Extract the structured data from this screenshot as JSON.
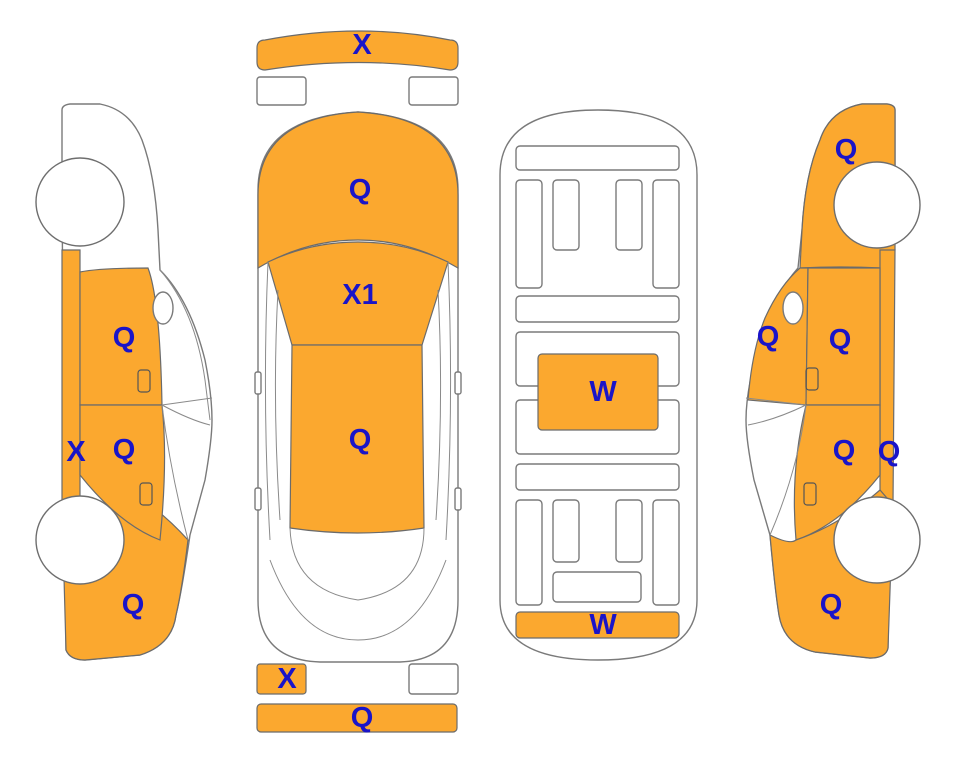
{
  "colors": {
    "damage_fill": "#FBA82F",
    "label_color": "#1A14C8",
    "outline": "#7a7a7a",
    "blank_fill": "#ffffff"
  },
  "labels": {
    "front_bumper": "X",
    "hood": "Q",
    "windshield": "X1",
    "roof": "Q",
    "rear_left_light": "X",
    "rear_bumper": "Q",
    "floor_center": "W",
    "floor_rear": "W",
    "left_front_door": "Q",
    "left_rear_door": "Q",
    "left_sill": "X",
    "left_rear_quarter": "Q",
    "right_front_fender": "Q",
    "right_a_pillar": "Q",
    "right_front_door": "Q",
    "right_rear_door": "Q",
    "right_sill": "Q",
    "right_rear_quarter": "Q"
  }
}
